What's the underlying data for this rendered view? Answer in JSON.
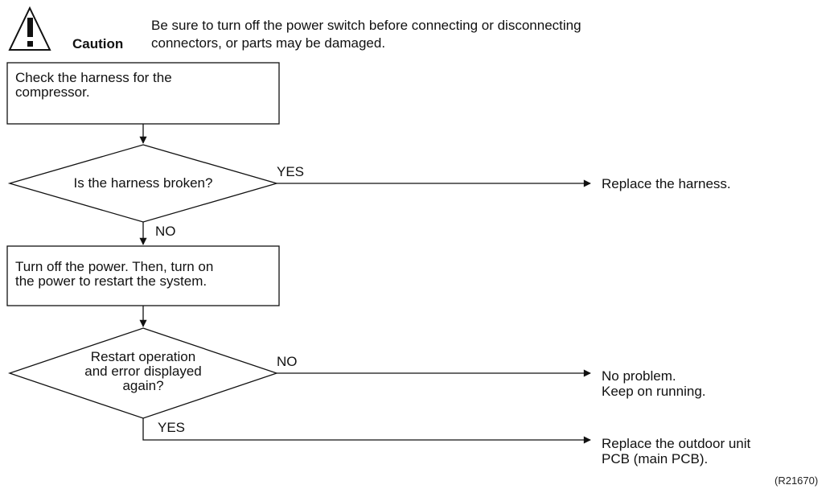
{
  "caution": {
    "label": "Caution",
    "message_line1": "Be sure to turn off the power switch before connecting or disconnecting",
    "message_line2": "connectors, or parts may be damaged."
  },
  "steps": {
    "check_harness": {
      "line1": "Check the harness for the",
      "line2": "compressor."
    },
    "decision_broken": {
      "text": "Is the harness broken?",
      "yes_label": "YES",
      "no_label": "NO"
    },
    "replace_harness": {
      "text": "Replace the harness."
    },
    "power_cycle": {
      "line1": "Turn off the power. Then, turn on",
      "line2": "the power to restart the system."
    },
    "decision_restart": {
      "line1": "Restart operation",
      "line2": "and error displayed",
      "line3": "again?",
      "no_label": "NO",
      "yes_label": "YES"
    },
    "no_problem": {
      "line1": "No problem.",
      "line2": "Keep on running."
    },
    "replace_pcb": {
      "line1": "Replace the outdoor unit",
      "line2": "PCB (main PCB)."
    }
  },
  "reference_code": "(R21670)"
}
